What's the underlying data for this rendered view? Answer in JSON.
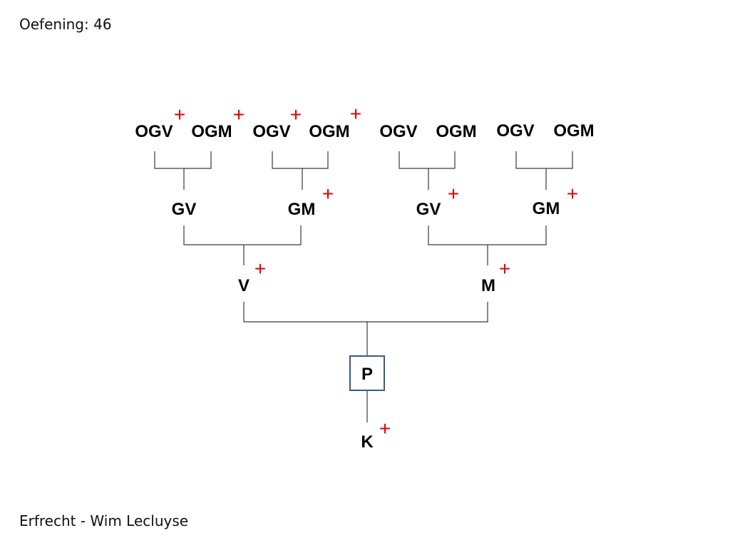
{
  "slide": {
    "title": "Oefening: 46",
    "footer": "Erfrecht - Wim Lecluyse"
  },
  "tree": {
    "great_grandparents": [
      {
        "label": "OGV",
        "deceased": true
      },
      {
        "label": "OGM",
        "deceased": true
      },
      {
        "label": "OGV",
        "deceased": true
      },
      {
        "label": "OGM",
        "deceased": true
      },
      {
        "label": "OGV",
        "deceased": false
      },
      {
        "label": "OGM",
        "deceased": false
      },
      {
        "label": "OGV",
        "deceased": false
      },
      {
        "label": "OGM",
        "deceased": false
      }
    ],
    "grandparents": [
      {
        "label": "GV",
        "deceased": false
      },
      {
        "label": "GM",
        "deceased": true
      },
      {
        "label": "GV",
        "deceased": true
      },
      {
        "label": "GM",
        "deceased": true
      }
    ],
    "parents": [
      {
        "label": "V",
        "deceased": true
      },
      {
        "label": "M",
        "deceased": true
      }
    ],
    "subject": {
      "label": "P"
    },
    "child": {
      "label": "K",
      "deceased": true
    },
    "deceased_marker": "+",
    "marker_color": "#e00000",
    "subject_box_color": "#3c5a80"
  }
}
